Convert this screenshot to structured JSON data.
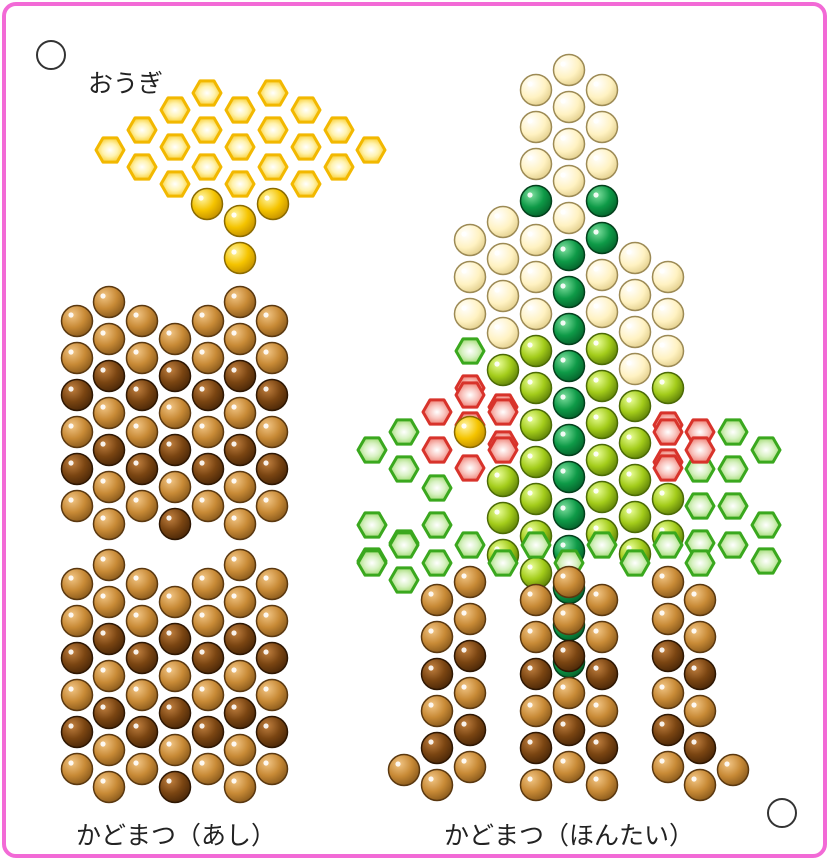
{
  "sections": {
    "fan": {
      "title": "おうぎ"
    },
    "legs": {
      "title": "かどまつ（あし）"
    },
    "body": {
      "title": "かどまつ（ほんたい）"
    }
  },
  "colors": {
    "frame": "#f26ad6",
    "cream": "#fff2c2",
    "dark_green": "#0e9a47",
    "lime": "#a3cc1a",
    "red_hex": "#e8463c",
    "green_hex": "#5fbf2a",
    "yellow_hex": "#f7c40d",
    "yellow": "#f5c400",
    "light_brown": "#c88a36",
    "dark_brown": "#7a4512"
  },
  "legend": {
    "round_bead": "circle",
    "hex_bead": "hexagon"
  }
}
